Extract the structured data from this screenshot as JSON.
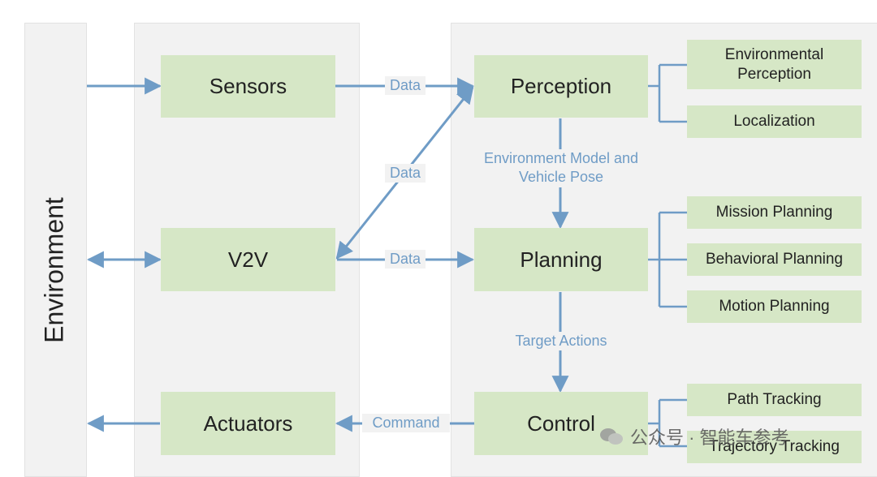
{
  "environment_label": "Environment",
  "blocks": {
    "sensors": "Sensors",
    "v2v": "V2V",
    "actuators": "Actuators",
    "perception": "Perception",
    "planning": "Planning",
    "control": "Control"
  },
  "sub_blocks": {
    "environmental_perception": "Environmental Perception",
    "localization": "Localization",
    "mission_planning": "Mission Planning",
    "behavioral_planning": "Behavioral Planning",
    "motion_planning": "Motion Planning",
    "path_tracking": "Path Tracking",
    "trajectory_tracking": "Trajectory Tracking"
  },
  "edge_labels": {
    "sensors_to_perception": "Data",
    "v2v_to_perception": "Data",
    "v2v_to_planning": "Data",
    "perception_to_planning": "Environment Model and Vehicle Pose",
    "planning_to_control": "Target Actions",
    "control_to_actuators": "Command"
  },
  "watermark": "公众号 · 智能车参考",
  "colors": {
    "block_fill": "#d6e7c6",
    "arrow": "#6f9cc6",
    "panel": "#f2f2f2"
  }
}
